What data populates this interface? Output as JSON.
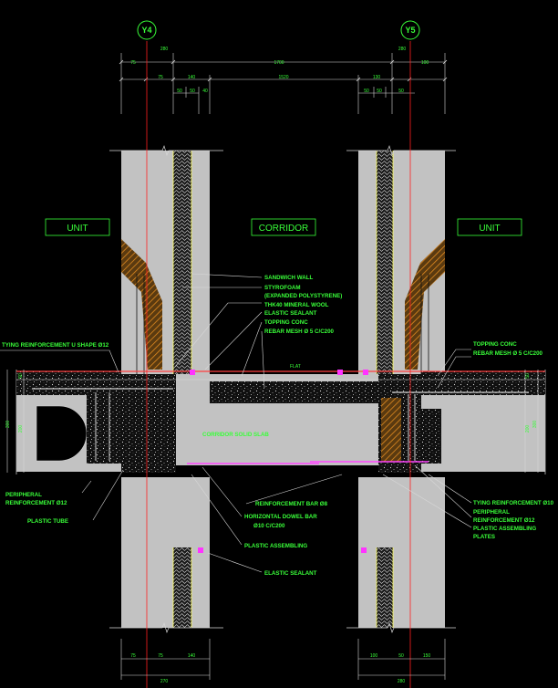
{
  "axes": {
    "left": "Y4",
    "right": "Y5"
  },
  "zones": {
    "left": "UNIT",
    "center": "CORRIDOR",
    "right": "UNIT"
  },
  "top_dimensions": {
    "left_wall": "280",
    "overall": "1700",
    "right_wall": "280",
    "left_outer": "75",
    "left_inner": "75",
    "left_core": "140",
    "span": "1520",
    "right_core": "130",
    "right_inner": "100",
    "left_sub_a": "50",
    "left_sub_b": "50",
    "left_sub_c": "40",
    "right_sub_a": "50",
    "right_sub_b": "50",
    "right_sub_c": "50"
  },
  "bottom_dimensions": {
    "left_a": "75",
    "left_b": "75",
    "left_c": "140",
    "left_total": "270",
    "right_a": "100",
    "right_b": "50",
    "right_c": "150",
    "right_total": "280"
  },
  "side_dimensions": {
    "left_top": "50",
    "left_mid": "200",
    "left_total": "300",
    "right_top": "50",
    "right_mid": "200",
    "right_total": "300"
  },
  "inline_labels": {
    "corridor_slab": "CORRIDOR SOLID SLAB",
    "cut_mark": "FLAT"
  },
  "callouts": {
    "sandwich_wall": "SANDWICH WALL",
    "styrofoam": "STYROFOAM",
    "expanded_polystyrene": "(EXPANDED POLYSTYRENE)",
    "mineral_wool": "THK40 MINERAL WOOL",
    "elastic_sealant_top": "ELASTIC SEALANT",
    "topping_conc_center": "TOPPING CONC",
    "rebar_mesh_center": "REBAR MESH Ø 5 C/C200",
    "tying_u_shape": "TYING REINFORCEMENT U SHAPE Ø12",
    "topping_conc_right": "TOPPING CONC",
    "rebar_mesh_right": "REBAR MESH Ø 5 C/C200",
    "peripheral_left_1": "PERIPHERAL",
    "peripheral_left_2": "REINFORCEMENT Ø12",
    "plastic_tube": "PLASTIC TUBE",
    "reinforcement_bar": "REINFORCEMENT BAR Ø8",
    "dowel_bar_1": "HORIZONTAL DOWEL BAR",
    "dowel_bar_2": "Ø10 C/C200",
    "plastic_assembling": "PLASTIC ASSEMBLING",
    "elastic_sealant_bottom": "ELASTIC SEALANT",
    "tying_right": "TYING REINFORCEMENT Ø10",
    "peripheral_right_1": "PERIPHERAL",
    "peripheral_right_2": "REINFORCEMENT Ø12",
    "plastic_assembling_plates_1": "PLASTIC ASSEMBLING",
    "plastic_assembling_plates_2": "PLATES"
  },
  "colors": {
    "background": "#000000",
    "concrete": "#c2c2c2",
    "text": "#39ff39",
    "axis_line": "#ff2020",
    "insulation_edge": "#ffff55",
    "sealant": "#ff33ff"
  }
}
